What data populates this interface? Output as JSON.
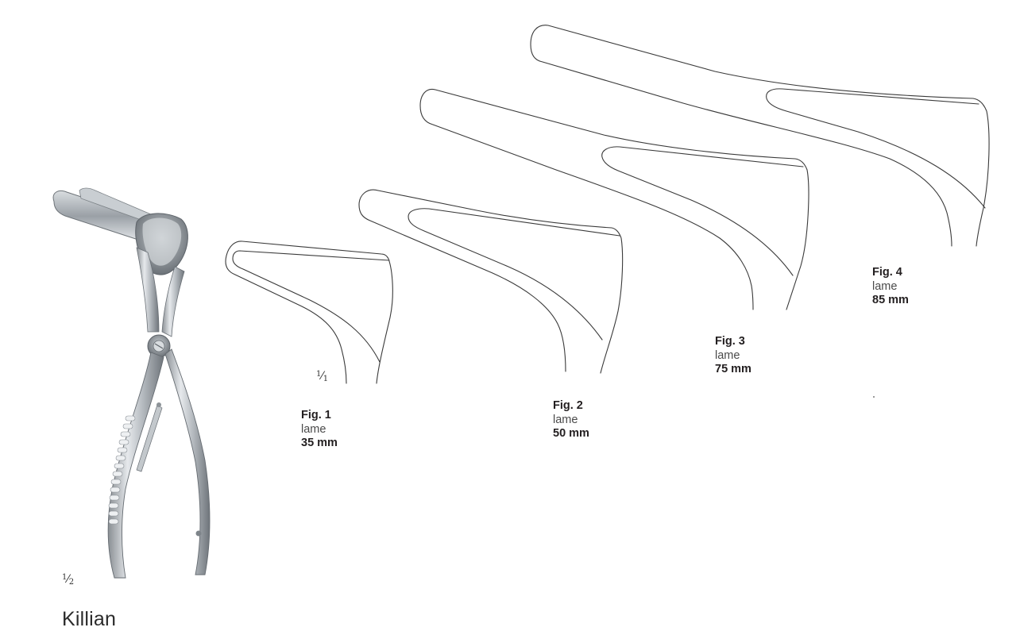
{
  "product": {
    "name": "Killian",
    "photo_scale": {
      "num": "1",
      "den": "2"
    },
    "photo_alt": "nasal-speculum-photo"
  },
  "drawing_scale": {
    "num": "1",
    "den": "1"
  },
  "figures": [
    {
      "title": "Fig. 1",
      "word": "lame",
      "size": "35 mm"
    },
    {
      "title": "Fig. 2",
      "word": "lame",
      "size": "50 mm"
    },
    {
      "title": "Fig. 3",
      "word": "lame",
      "size": "75 mm"
    },
    {
      "title": "Fig. 4",
      "word": "lame",
      "size": "85 mm"
    }
  ]
}
